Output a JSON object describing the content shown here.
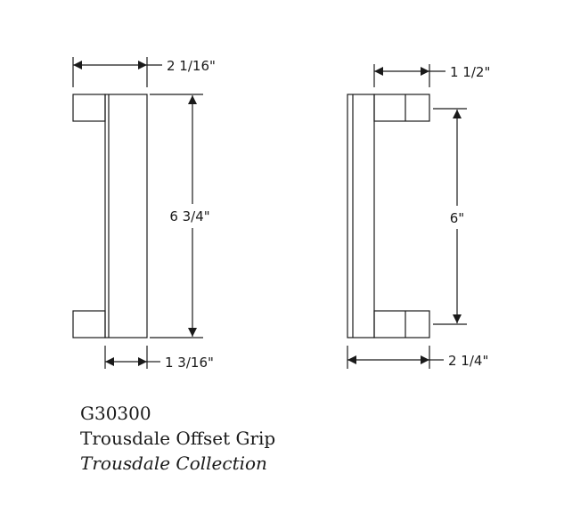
{
  "colors": {
    "line": "#1a1a1a",
    "background": "#ffffff"
  },
  "dimensions": {
    "front_width": "2 1/16\"",
    "front_height": "6 3/4\"",
    "front_bar_depth": "1 3/16\"",
    "side_post_width": "1 1/2\"",
    "side_center_to_center": "6\"",
    "side_overall_depth": "2 1/4\""
  },
  "caption": {
    "model": "G30300",
    "product_name": "Trousdale Offset Grip",
    "collection": "Trousdale Collection"
  }
}
